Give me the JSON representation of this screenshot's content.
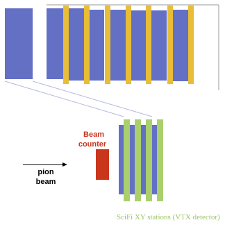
{
  "labels": {
    "beam_counter_line1": "Beam",
    "beam_counter_line2": "counter",
    "pion_beam_line1": "pion",
    "pion_beam_line2": "beam",
    "scifi_caption": "SciFi XY stations (VTX detector)"
  },
  "colors": {
    "detector_blue": "#6370C4",
    "plate_gold": "#E8BD37",
    "plate_green": "#A9D06C",
    "counter_red": "#C9361C",
    "counter_text": "#C8361E",
    "guide_line": "#B6B8DE",
    "caption_green": "#9CC268",
    "frame_line": "#9A9A9A"
  }
}
